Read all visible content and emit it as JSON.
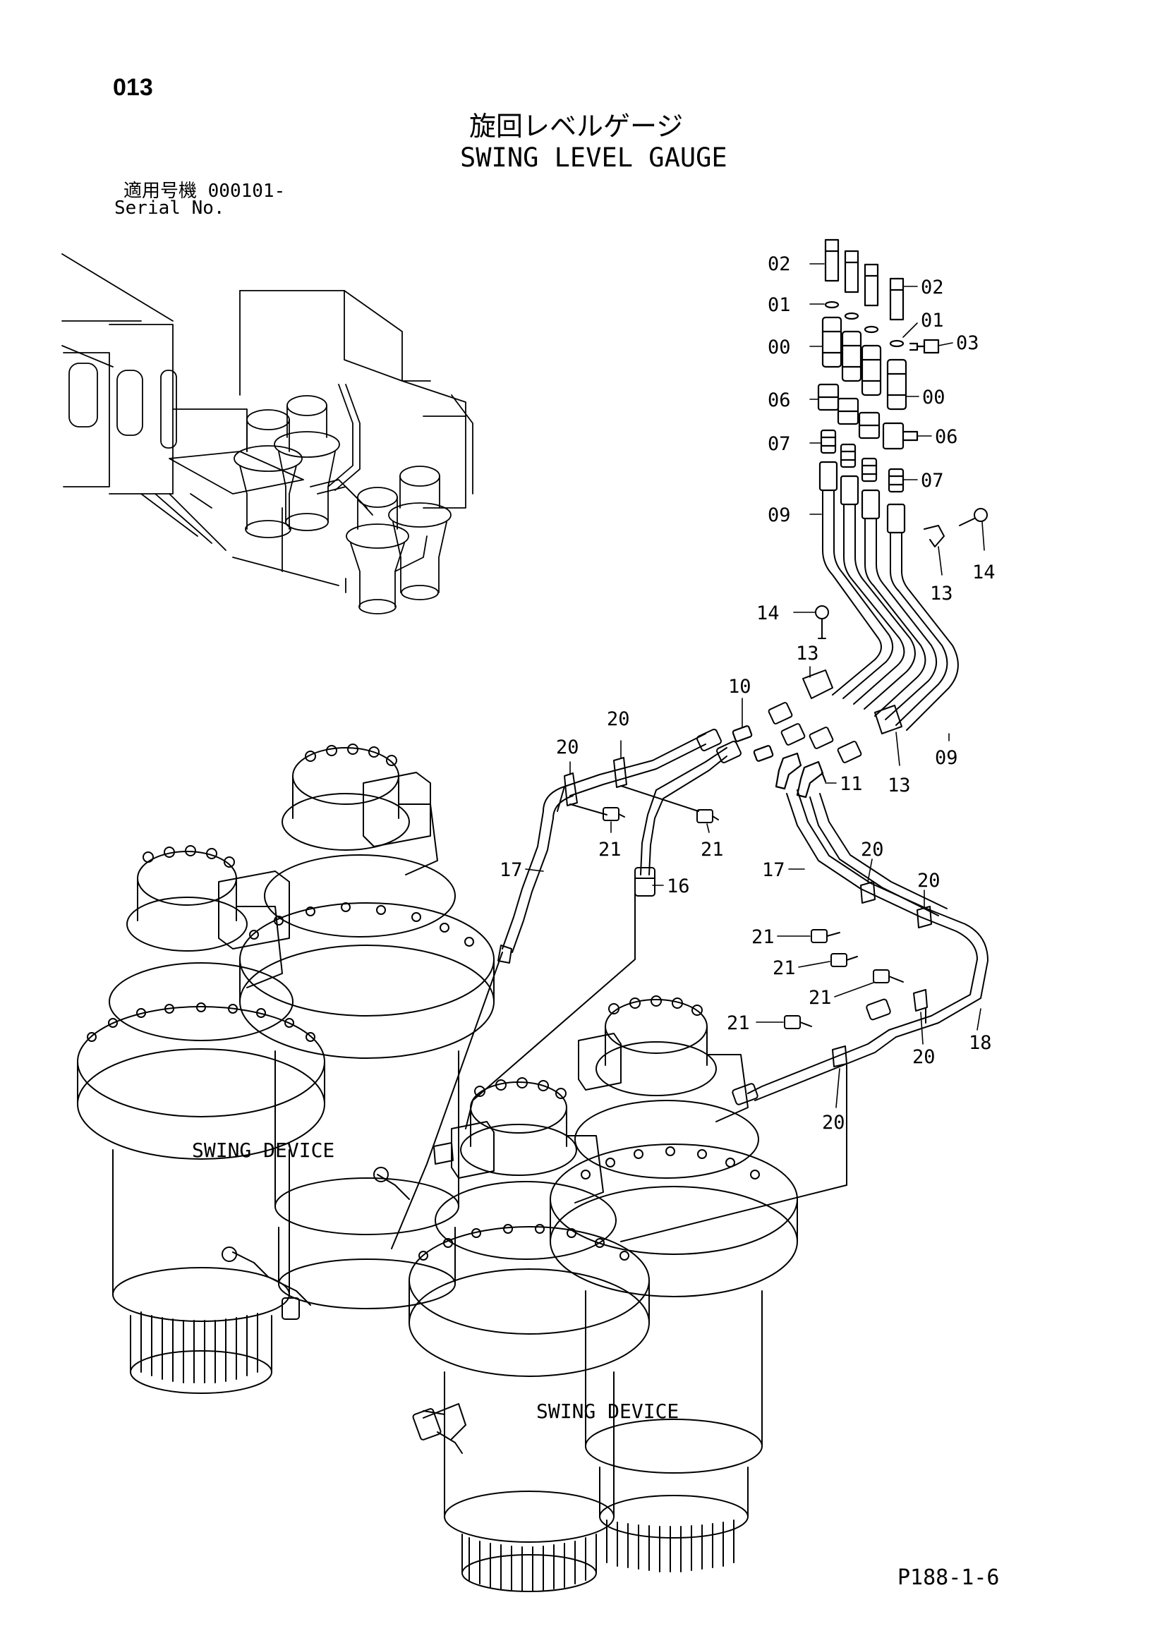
{
  "page": {
    "number": "013",
    "title_jp": "旋回レベルゲージ",
    "title_en": "SWING LEVEL GAUGE",
    "serial_label_jp": "適用号機 000101-",
    "serial_label_en": "Serial No.",
    "reference_code": "P188-1-6"
  },
  "device_labels": [
    "SWING DEVICE",
    "SWING DEVICE"
  ],
  "callouts": [
    "02",
    "01",
    "00",
    "06",
    "07",
    "09",
    "02",
    "01",
    "03",
    "00",
    "06",
    "07",
    "14",
    "13",
    "14",
    "13",
    "10",
    "20",
    "20",
    "09",
    "11",
    "13",
    "21",
    "21",
    "17",
    "16",
    "17",
    "20",
    "20",
    "21",
    "21",
    "21",
    "21",
    "18",
    "20",
    "20"
  ]
}
